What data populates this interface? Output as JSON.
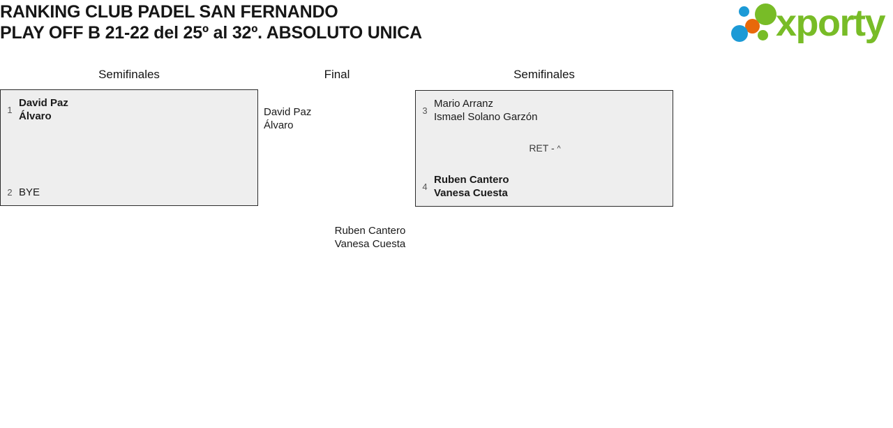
{
  "header": {
    "title_line_1": "RANKING CLUB PADEL SAN FERNANDO",
    "title_line_2": "PLAY OFF B 21-22 del 25º al 32º. ABSOLUTO UNICA",
    "logo": {
      "wordmark": "xporty",
      "dot_colors": {
        "blue": "#1c9ad6",
        "green": "#78bc27",
        "orange": "#e8690b"
      },
      "wordmark_color": "#78bc27"
    }
  },
  "bracket": {
    "rounds": [
      {
        "label": "Semifinales"
      },
      {
        "label": "Final"
      },
      {
        "label": "Semifinales"
      }
    ],
    "matches": [
      {
        "id": "sf1",
        "round": "Semifinales",
        "side": "left",
        "score": "",
        "competitors": [
          {
            "seed": "1",
            "name_line_1": "David Paz",
            "name_line_2": "Álvaro",
            "winner": true
          },
          {
            "seed": "2",
            "name_line_1": "BYE",
            "name_line_2": "",
            "winner": false
          }
        ]
      },
      {
        "id": "sf2",
        "round": "Semifinales",
        "side": "right",
        "score": "RET - ",
        "score_mark": "^",
        "competitors": [
          {
            "seed": "3",
            "name_line_1": "Mario Arranz",
            "name_line_2": "Ismael Solano Garzón",
            "winner": false
          },
          {
            "seed": "4",
            "name_line_1": "Ruben Cantero",
            "name_line_2": "Vanesa Cuesta",
            "winner": true
          }
        ]
      }
    ],
    "finalists": [
      {
        "position": "top",
        "name_line_1": "David Paz",
        "name_line_2": "Álvaro"
      },
      {
        "position": "bottom",
        "name_line_1": "Ruben Cantero",
        "name_line_2": "Vanesa Cuesta"
      }
    ]
  }
}
